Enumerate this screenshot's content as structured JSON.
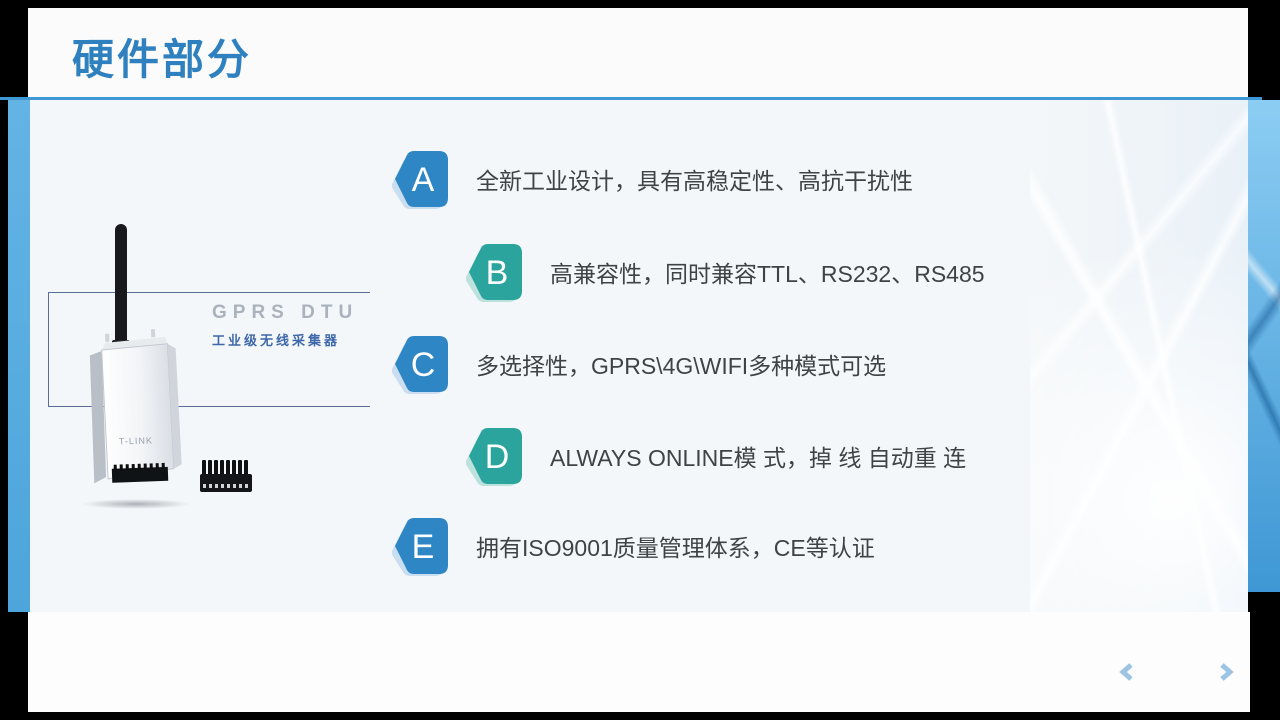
{
  "slide": {
    "title": "硬件部分"
  },
  "device": {
    "label_en": "GPRS DTU",
    "label_cn": "工业级无线采集器",
    "brand": "T-LINK"
  },
  "features": [
    {
      "letter": "A",
      "text": "全新工业设计，具有高稳定性、高抗干扰性",
      "color": "#2E86C4",
      "echo": "#C9DEF0"
    },
    {
      "letter": "B",
      "text": "高兼容性，同时兼容TTL、RS232、RS485",
      "color": "#2AA49C",
      "echo": "#BDE2DE"
    },
    {
      "letter": "C",
      "text": "多选择性，GPRS\\4G\\WIFI多种模式可选",
      "color": "#2E86C4",
      "echo": "#C9DEF0"
    },
    {
      "letter": "D",
      "text": "ALWAYS ONLINE模 式，掉 线 自动重 连",
      "color": "#2AA49C",
      "echo": "#BDE2DE"
    },
    {
      "letter": "E",
      "text": "拥有ISO9001质量管理体系，CE等认证",
      "color": "#2E86C4",
      "echo": "#C9DEF0"
    }
  ],
  "colors": {
    "title_blue": "#2E81BE",
    "divider_blue": "#3E98D4",
    "strip_blue": "#57ACDF",
    "badge_blue": "#2E86C4",
    "badge_teal": "#2AA49C",
    "text_dark": "#3F4346",
    "nav_arrow": "#9EC4E4"
  }
}
